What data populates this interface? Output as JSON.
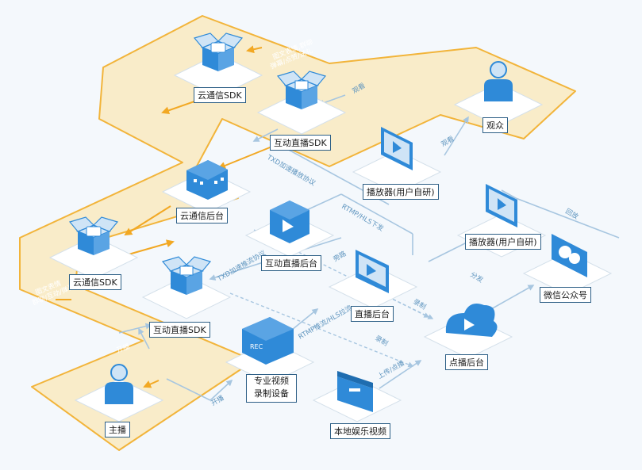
{
  "nodes": {
    "yun_sdk_top": "云通信SDK",
    "hd_sdk_top": "互动直播SDK",
    "audience": "观众",
    "player_1": "播放器(用户自研)",
    "player_2": "播放器(用户自研)",
    "yun_backend": "云通信后台",
    "hd_backend": "互动直播后台",
    "yun_sdk_left": "云通信SDK",
    "hd_sdk_left": "互动直播SDK",
    "live_backend": "直播后台",
    "wechat": "微信公众号",
    "vod_backend": "点播后台",
    "rec_device": "专业视频录制设备",
    "local_video": "本地娱乐视频",
    "anchor": "主播"
  },
  "edges": {
    "im_top": "图文表情,群聊",
    "im_top_2": "弹幕/点赞/送礼",
    "im_left": "图文表情",
    "im_left_2": "群聊/互动/弹幕",
    "watch_1": "观看",
    "watch_2": "观看",
    "txd_1": "TXD加速播放协议",
    "txd_2": "TXD加速推流协议",
    "rtmp_down": "RTMP/HLS下发",
    "rtmp_push": "RTMP推流/HLS拉流",
    "replay": "回放",
    "distribute": "分发",
    "bypass": "旁路",
    "record_1": "录制",
    "record_2": "录制",
    "upload": "上传/点播",
    "open_1": "开播",
    "open_2": "开播"
  },
  "colors": {
    "background": "#f4f8fc",
    "band_fill": "#fbe7b6",
    "band_stroke": "#f2b43a",
    "arrow_orange": "#f2a823",
    "arrow_blue": "#a7c6e0",
    "platform": "#ffffff",
    "icon_blue": "#2f8ad8",
    "icon_light": "#cfe4f6"
  }
}
